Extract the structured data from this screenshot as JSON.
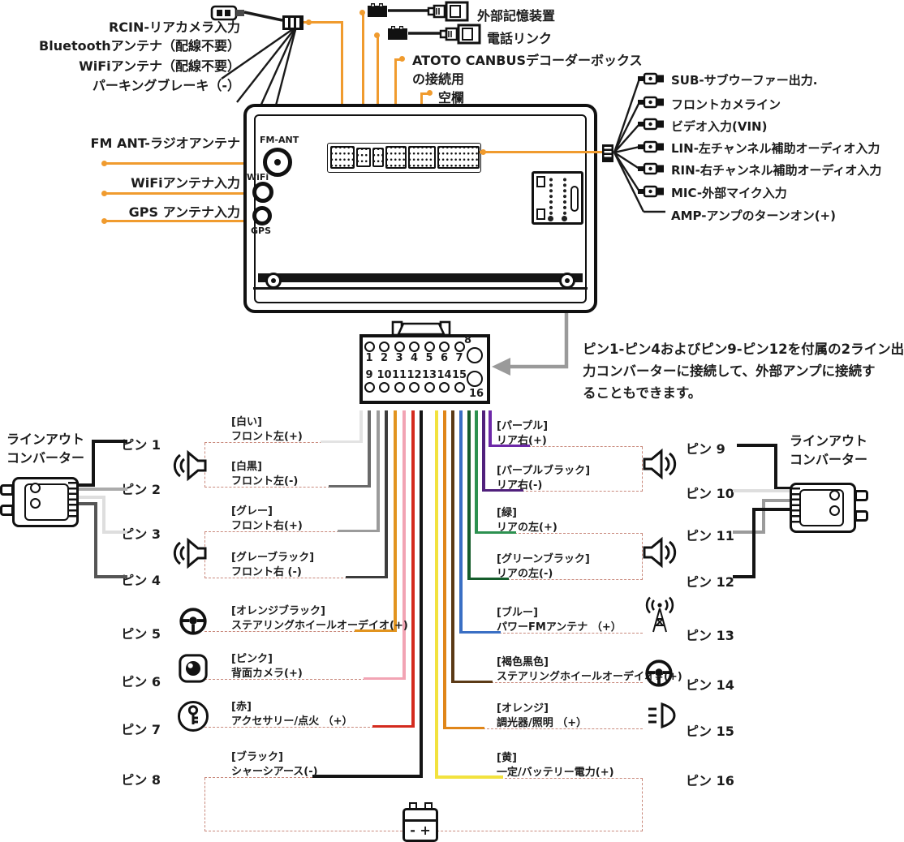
{
  "top_left_cables": {
    "labels": [
      "RCIN-リアカメラ入力",
      "Bluetoothアンテナ（配線不要）",
      "WiFiアンテナ（配線不要）",
      "パーキングブレーキ（-）"
    ]
  },
  "top_ports": {
    "usb_storage": "外部記憶装置",
    "phone_link": "電話リンク",
    "canbus_line1": "ATOTO CANBUSデコーダーボックス",
    "canbus_line2": "の接続用",
    "blank": "空欄"
  },
  "left_ports": {
    "fm": "FM ANT-ラジオアンテナ",
    "wifi": "WiFiアンテナ入力",
    "gps": "GPS アンテナ入力"
  },
  "unit": {
    "fm_port": "FM-ANT",
    "wifi_port": "WiFi",
    "gps_port": "GPS"
  },
  "right_outputs": [
    "SUB-サブウーファー出力.",
    "フロントカメライン",
    "ビデオ入力(VIN)",
    "LIN-左チャンネル補助オーディオ入力",
    "RIN-右チャンネル補助オーディオ入力",
    "MIC-外部マイク入力",
    "AMP-アンプのターンオン(+)"
  ],
  "pinout": {
    "row1": [
      "1",
      "2",
      "3",
      "4",
      "5",
      "6",
      "7"
    ],
    "pin8": "8",
    "row2": [
      "9",
      "10",
      "11",
      "12",
      "13",
      "14",
      "15"
    ],
    "pin16": "16"
  },
  "note": {
    "text": "ピン1-ピン4およびピン9-ピン12を付属の2ライン出\n力コンバーターに接続して、外部アンプに接続す\nることもできます。"
  },
  "converter_left": {
    "line1": "ラインアウト",
    "line2": "コンバーター"
  },
  "converter_right": {
    "line1": "ラインアウト",
    "line2": "コンバーター"
  },
  "pins_left": [
    {
      "pin": "ピン 1",
      "color": "[白い]",
      "func": "フロント左(+)",
      "wire": "#e3e3e3"
    },
    {
      "pin": "ピン 2",
      "color": "[白黒]",
      "func": "フロント左(-)",
      "wire": "#6a6a6a"
    },
    {
      "pin": "ピン 3",
      "color": "[グレー]",
      "func": "フロント右(+)",
      "wire": "#9b9b9b"
    },
    {
      "pin": "ピン 4",
      "color": "[グレーブラック]",
      "func": "フロント右 (-)",
      "wire": "#3c3c3c"
    },
    {
      "pin": "ピン 5",
      "color": "[オレンジブラック]",
      "func": "ステアリングホイールオーデイオ(+)",
      "wire": "#e2941f"
    },
    {
      "pin": "ピン 6",
      "color": "[ピンク]",
      "func": "背面カメラ(+)",
      "wire": "#f2a4b4"
    },
    {
      "pin": "ピン 7",
      "color": "[赤]",
      "func": "アクセサリー/点火 （+）",
      "wire": "#d42b1e"
    },
    {
      "pin": "ピン 8",
      "color": "[ブラック]",
      "func": "シャーシアース(-)",
      "wire": "#141414"
    }
  ],
  "pins_right": [
    {
      "pin": "ピン 9",
      "color": "[パープル]",
      "func": "リア右(+)",
      "wire": "#6d28a8"
    },
    {
      "pin": "ピン 10",
      "color": "[パープルブラック]",
      "func": "リア右(-)",
      "wire": "#50207c"
    },
    {
      "pin": "ピン 11",
      "color": "[緑]",
      "func": "リアの左(+)",
      "wire": "#2c9150"
    },
    {
      "pin": "ピン 12",
      "color": "[グリーンブラック]",
      "func": "リアの左(-)",
      "wire": "#155c2b"
    },
    {
      "pin": "ピン 13",
      "color": "[ブルー]",
      "func": "パワーFMアンテナ （+）",
      "wire": "#3a6fc4"
    },
    {
      "pin": "ピン 14",
      "color": "[褐色黒色]",
      "func": "ステアリングホイールオーデイオ#(+)",
      "wire": "#5b3a16"
    },
    {
      "pin": "ピン 15",
      "color": "[オレンジ]",
      "func": "調光器/照明 （+）",
      "wire": "#e08619"
    },
    {
      "pin": "ピン 16",
      "color": "[黄]",
      "func": "一定/バッテリー電力(+)",
      "wire": "#f2e23e"
    }
  ],
  "battery": {
    "label": "- +"
  },
  "colors": {
    "accent": "#f09b2e",
    "dashed_guides": "#c9897c",
    "arrow": "#9a9a9a",
    "line": "#151515"
  }
}
